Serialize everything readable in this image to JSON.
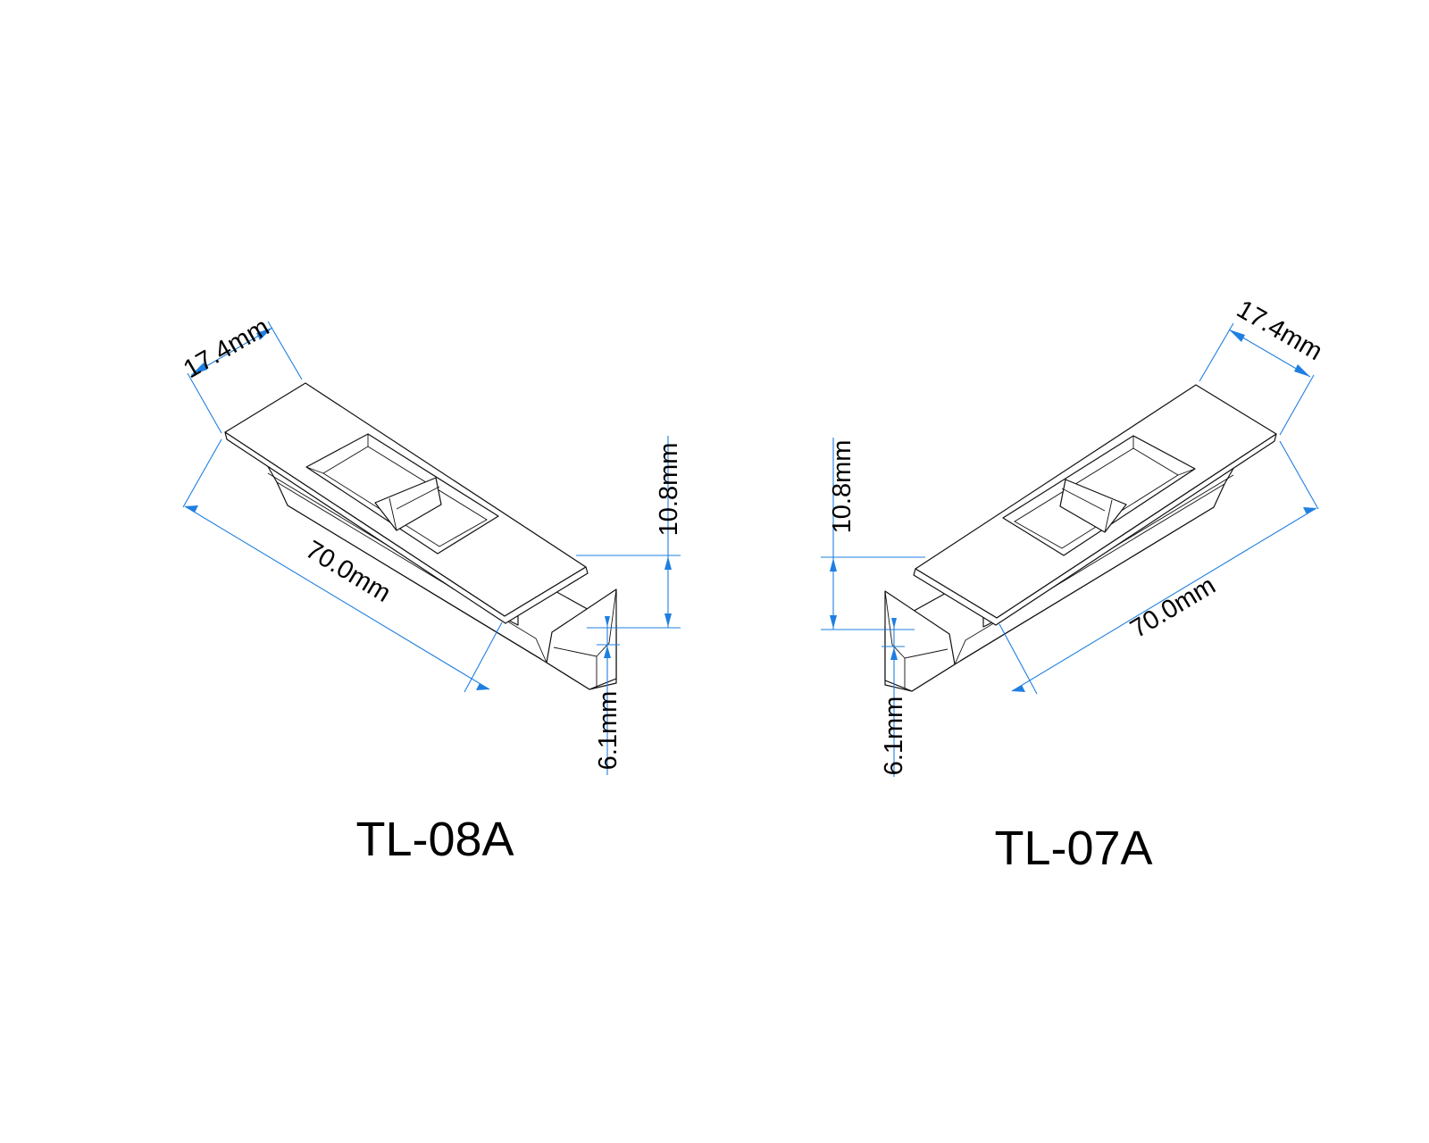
{
  "drawings": [
    {
      "model": "TL-08A",
      "dimensions": {
        "width": "17.4mm",
        "length": "70.0mm",
        "height": "10.8mm",
        "depth": "6.1mm"
      }
    },
    {
      "model": "TL-07A",
      "dimensions": {
        "width": "17.4mm",
        "length": "70.0mm",
        "height": "10.8mm",
        "depth": "6.1mm"
      }
    }
  ],
  "colors": {
    "dimension_line": "#1f7fe0",
    "outline": "#111111"
  }
}
